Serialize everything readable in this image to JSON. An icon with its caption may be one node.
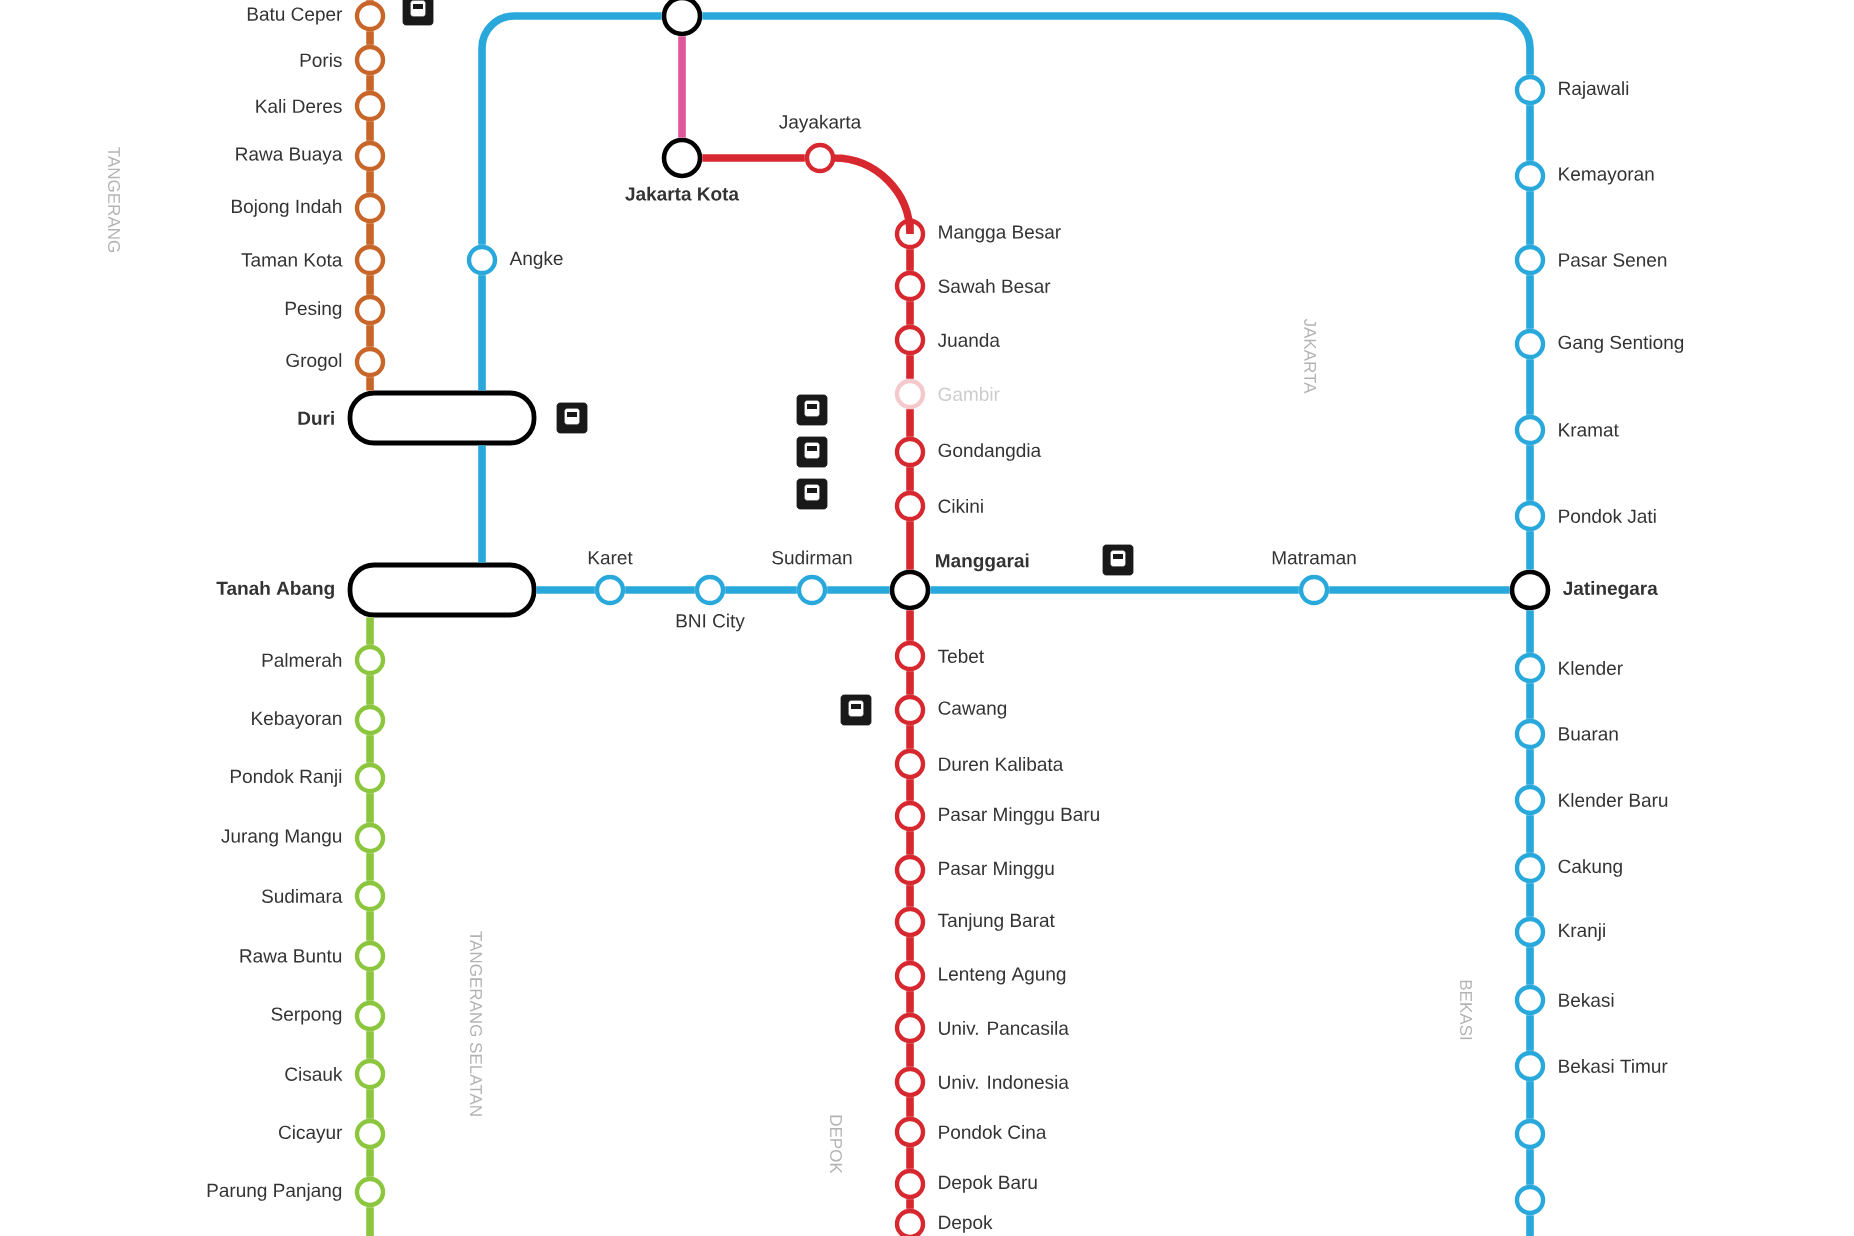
{
  "diagram": {
    "nodes": [
      {
        "text": [
          "Batu Ceper"
        ]
      },
      {
        "text": [
          "Poris"
        ]
      },
      {
        "text": [
          "Kali Deres"
        ]
      },
      {
        "text": [
          "Rawa Buaya"
        ]
      },
      {
        "text": [
          "Bojong Indah"
        ]
      },
      {
        "text": [
          "Taman Kota"
        ]
      },
      {
        "text": [
          "Pesing"
        ]
      },
      {
        "text": [
          "Grogol"
        ]
      },
      {
        "text": [
          "Duri"
        ]
      },
      {
        "text": [
          "Tanah Abang"
        ]
      },
      {
        "text": [
          "Palmerah"
        ]
      },
      {
        "text": [
          "Kebayoran"
        ]
      },
      {
        "text": [
          "Pondok Ranji"
        ]
      },
      {
        "text": [
          "Jurang Mangu"
        ]
      },
      {
        "text": [
          "Sudimara"
        ]
      },
      {
        "text": [
          "Rawa Buntu"
        ]
      },
      {
        "text": [
          "Serpong"
        ]
      },
      {
        "text": [
          "Cisauk"
        ]
      },
      {
        "text": [
          "Cicayur"
        ]
      },
      {
        "text": [
          "Parung Panjang"
        ]
      },
      {
        "text": [
          "Angke"
        ]
      },
      {
        "text": [],
        "shape": "circle"
      },
      {
        "text": [
          "Jakarta Kota"
        ]
      },
      {
        "text": [
          "Jayakarta"
        ]
      },
      {
        "text": [
          "Mangga Besar"
        ]
      },
      {
        "text": [
          "Sawah Besar"
        ]
      },
      {
        "text": [
          "Juanda"
        ]
      },
      {
        "text": [
          "Gambir"
        ]
      },
      {
        "text": [
          "Gondangdia"
        ]
      },
      {
        "text": [
          "Cikini"
        ]
      },
      {
        "text": [
          "Karet"
        ]
      },
      {
        "text": [
          "BNI City"
        ]
      },
      {
        "text": [
          "Sudirman"
        ]
      },
      {
        "text": [
          "Manggarai"
        ]
      },
      {
        "text": [
          "Tebet"
        ]
      },
      {
        "text": [
          "Cawang"
        ]
      },
      {
        "text": [
          "Duren Kalibata"
        ]
      },
      {
        "text": [
          "Pasar Minggu Baru"
        ]
      },
      {
        "text": [
          "Pasar Minggu"
        ]
      },
      {
        "text": [
          "Tanjung Barat"
        ]
      },
      {
        "text": [
          "Lenteng Agung"
        ]
      },
      {
        "text": [
          "Univ. Pancasila"
        ]
      },
      {
        "text": [
          "Univ. Indonesia"
        ]
      },
      {
        "text": [
          "Pondok Cina"
        ]
      },
      {
        "text": [
          "Depok Baru"
        ]
      },
      {
        "text": [
          "Depok"
        ]
      },
      {
        "text": [
          "Matraman"
        ]
      },
      {
        "text": [
          "Rajawali"
        ]
      },
      {
        "text": [
          "Kemayoran"
        ]
      },
      {
        "text": [
          "Pasar Senen"
        ]
      },
      {
        "text": [
          "Gang Sentiong"
        ]
      },
      {
        "text": [
          "Kramat"
        ]
      },
      {
        "text": [
          "Pondok Jati"
        ]
      },
      {
        "text": [
          "Jatinegara"
        ]
      },
      {
        "text": [
          "Klender"
        ]
      },
      {
        "text": [
          "Buaran"
        ]
      },
      {
        "text": [
          "Klender Baru"
        ]
      },
      {
        "text": [
          "Cakung"
        ]
      },
      {
        "text": [
          "Kranji"
        ]
      },
      {
        "text": [
          "Bekasi"
        ]
      },
      {
        "text": [
          "Bekasi Timur"
        ]
      },
      {
        "text": [],
        "shape": "circle"
      },
      {
        "text": [],
        "shape": "circle"
      }
    ],
    "edges": [
      {
        "from": null,
        "to": 0,
        "arrow": "none",
        "color": "#c8662a"
      },
      {
        "from": 0,
        "to": 1,
        "arrow": "none",
        "color": "#c8662a"
      },
      {
        "from": 1,
        "to": 2,
        "arrow": "none",
        "color": "#c8662a"
      },
      {
        "from": 2,
        "to": 3,
        "arrow": "none",
        "color": "#c8662a"
      },
      {
        "from": 3,
        "to": 4,
        "arrow": "none",
        "color": "#c8662a"
      },
      {
        "from": 4,
        "to": 5,
        "arrow": "none",
        "color": "#c8662a"
      },
      {
        "from": 5,
        "to": 6,
        "arrow": "none",
        "color": "#c8662a"
      },
      {
        "from": 6,
        "to": 7,
        "arrow": "none",
        "color": "#c8662a"
      },
      {
        "from": 7,
        "to": 8,
        "arrow": "none",
        "color": "#c8662a"
      },
      {
        "from": 20,
        "to": 8,
        "arrow": "none"
      },
      {
        "from": 8,
        "to": 9,
        "arrow": "none"
      },
      {
        "from": 20,
        "to": 21,
        "arrow": "none"
      },
      {
        "from": 21,
        "to": 47,
        "arrow": "none"
      },
      {
        "from": 47,
        "to": 48,
        "arrow": "none"
      },
      {
        "from": 48,
        "to": 49,
        "arrow": "none"
      },
      {
        "from": 49,
        "to": 50,
        "arrow": "none"
      },
      {
        "from": 50,
        "to": 51,
        "arrow": "none"
      },
      {
        "from": 51,
        "to": 52,
        "arrow": "none"
      },
      {
        "from": 52,
        "to": 53,
        "arrow": "none"
      },
      {
        "from": 53,
        "to": 54,
        "arrow": "none"
      },
      {
        "from": 54,
        "to": 55,
        "arrow": "none"
      },
      {
        "from": 55,
        "to": 56,
        "arrow": "none"
      },
      {
        "from": 56,
        "to": 57,
        "arrow": "none"
      },
      {
        "from": 57,
        "to": 58,
        "arrow": "none"
      },
      {
        "from": 58,
        "to": 59,
        "arrow": "none"
      },
      {
        "from": 59,
        "to": 60,
        "arrow": "none"
      },
      {
        "from": 60,
        "to": 61,
        "arrow": "none"
      },
      {
        "from": 61,
        "to": 62,
        "arrow": "none"
      },
      {
        "from": 62,
        "to": null,
        "arrow": "none"
      },
      {
        "from": 9,
        "to": 30,
        "arrow": "none"
      },
      {
        "from": 30,
        "to": 31,
        "arrow": "none"
      },
      {
        "from": 31,
        "to": 32,
        "arrow": "none"
      },
      {
        "from": 32,
        "to": 33,
        "arrow": "none"
      },
      {
        "from": 33,
        "to": 46,
        "arrow": "none"
      },
      {
        "from": 46,
        "to": 53,
        "arrow": "none"
      },
      {
        "from": 9,
        "to": 10,
        "arrow": "none",
        "color": "#8cc63f"
      },
      {
        "from": 10,
        "to": 11,
        "arrow": "none",
        "color": "#8cc63f"
      },
      {
        "from": 11,
        "to": 12,
        "arrow": "none",
        "color": "#8cc63f"
      },
      {
        "from": 12,
        "to": 13,
        "arrow": "none",
        "color": "#8cc63f"
      },
      {
        "from": 13,
        "to": 14,
        "arrow": "none",
        "color": "#8cc63f"
      },
      {
        "from": 14,
        "to": 15,
        "arrow": "none",
        "color": "#8cc63f"
      },
      {
        "from": 15,
        "to": 16,
        "arrow": "none",
        "color": "#8cc63f"
      },
      {
        "from": 16,
        "to": 17,
        "arrow": "none",
        "color": "#8cc63f"
      },
      {
        "from": 17,
        "to": 18,
        "arrow": "none",
        "color": "#8cc63f"
      },
      {
        "from": 18,
        "to": 19,
        "arrow": "none",
        "color": "#8cc63f"
      },
      {
        "from": 19,
        "to": null,
        "arrow": "none",
        "color": "#8cc63f"
      },
      {
        "from": 21,
        "to": 22,
        "arrow": "none",
        "color": "#e0569a"
      },
      {
        "from": 22,
        "to": 23,
        "arrow": "none",
        "color": "#d7282f"
      },
      {
        "from": 23,
        "to": 24,
        "arrow": "none",
        "color": "#d7282f"
      },
      {
        "from": 24,
        "to": 25,
        "arrow": "none",
        "color": "#d7282f"
      },
      {
        "from": 25,
        "to": 26,
        "arrow": "none",
        "color": "#d7282f"
      },
      {
        "from": 26,
        "to": 27,
        "arrow": "none",
        "color": "#d7282f"
      },
      {
        "from": 27,
        "to": 28,
        "arrow": "none",
        "color": "#d7282f"
      },
      {
        "from": 28,
        "to": 29,
        "arrow": "none",
        "color": "#d7282f"
      },
      {
        "from": 29,
        "to": 33,
        "arrow": "none",
        "color": "#d7282f"
      },
      {
        "from": 33,
        "to": 34,
        "arrow": "none",
        "color": "#d7282f"
      },
      {
        "from": 34,
        "to": 35,
        "arrow": "none",
        "color": "#d7282f"
      },
      {
        "from": 35,
        "to": 36,
        "arrow": "none",
        "color": "#d7282f"
      },
      {
        "from": 36,
        "to": 37,
        "arrow": "none",
        "color": "#d7282f"
      },
      {
        "from": 37,
        "to": 38,
        "arrow": "none",
        "color": "#d7282f"
      },
      {
        "from": 38,
        "to": 39,
        "arrow": "none",
        "color": "#d7282f"
      },
      {
        "from": 39,
        "to": 40,
        "arrow": "none",
        "color": "#d7282f"
      },
      {
        "from": 40,
        "to": 41,
        "arrow": "none",
        "color": "#d7282f"
      },
      {
        "from": 41,
        "to": 42,
        "arrow": "none",
        "color": "#d7282f"
      },
      {
        "from": 42,
        "to": 43,
        "arrow": "none",
        "color": "#d7282f"
      },
      {
        "from": 43,
        "to": 44,
        "arrow": "none",
        "color": "#d7282f"
      },
      {
        "from": 44,
        "to": 45,
        "arrow": "none",
        "color": "#d7282f"
      }
    ],
    "labels": [
      "TANGERANG",
      "JAKARTA",
      "TANGERANG SELATAN",
      "DEPOK",
      "BEKASI"
    ]
  }
}
